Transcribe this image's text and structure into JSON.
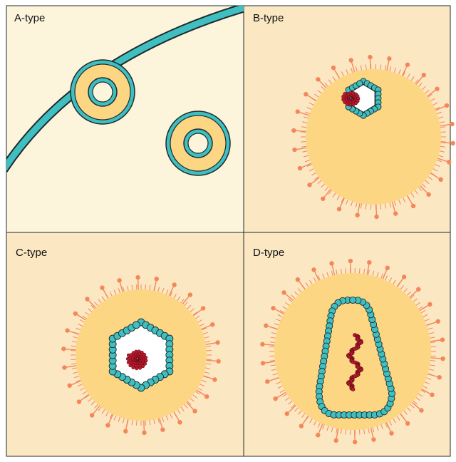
{
  "panels": [
    {
      "id": "a",
      "label": "A-type"
    },
    {
      "id": "b",
      "label": "B-type"
    },
    {
      "id": "c",
      "label": "C-type"
    },
    {
      "id": "d",
      "label": "D-type"
    }
  ],
  "colors": {
    "panel_bg_light": "#fdf4dc",
    "panel_bg": "#fbe7c2",
    "virion_body": "#fcd683",
    "capsid_teal": "#3fbfc0",
    "spike_orange": "#f4875a",
    "genome_red": "#c01a2e",
    "outline": "#1f2a2e"
  }
}
